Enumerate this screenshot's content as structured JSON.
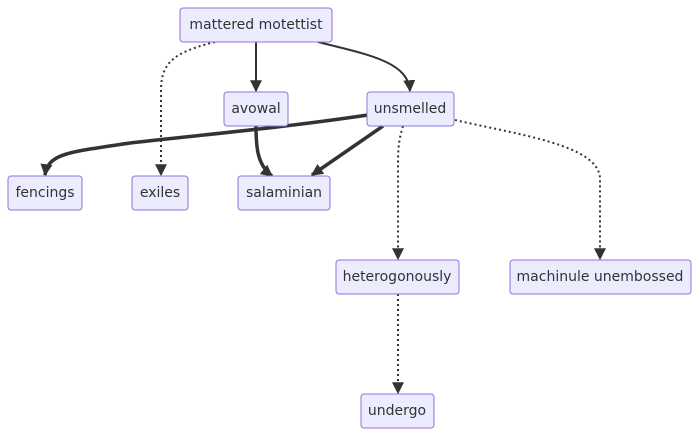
{
  "diagram": {
    "nodes": {
      "mattered_motettist": "mattered motettist",
      "avowal": "avowal",
      "unsmelled": "unsmelled",
      "fencings": "fencings",
      "exiles": "exiles",
      "salaminian": "salaminian",
      "heterogonously": "heterogonously",
      "machinule_unembossed": "machinule unembossed",
      "undergo": "undergo"
    },
    "edges": [
      {
        "from": "mattered motettist",
        "to": "avowal",
        "style": "solid"
      },
      {
        "from": "mattered motettist",
        "to": "unsmelled",
        "style": "solid"
      },
      {
        "from": "mattered motettist",
        "to": "exiles",
        "style": "dotted"
      },
      {
        "from": "avowal",
        "to": "salaminian",
        "style": "thick"
      },
      {
        "from": "unsmelled",
        "to": "fencings",
        "style": "thick"
      },
      {
        "from": "unsmelled",
        "to": "salaminian",
        "style": "thick"
      },
      {
        "from": "unsmelled",
        "to": "heterogonously",
        "style": "dotted"
      },
      {
        "from": "unsmelled",
        "to": "machinule unembossed",
        "style": "dotted"
      },
      {
        "from": "heterogonously",
        "to": "undergo",
        "style": "dotted"
      }
    ],
    "colors": {
      "node_fill": "#ececff",
      "node_border": "#9370db",
      "edge": "#333333",
      "text": "#333333"
    }
  }
}
